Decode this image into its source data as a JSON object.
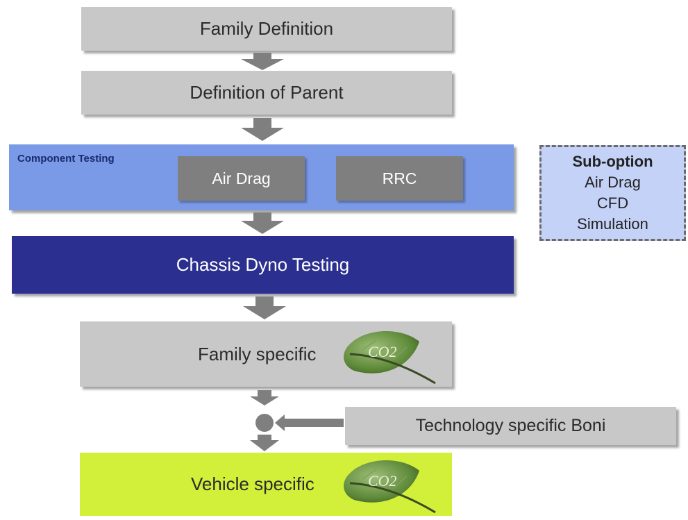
{
  "nodes": {
    "family_definition": "Family Definition",
    "definition_of_parent": "Definition of Parent",
    "component_testing": "Component Testing",
    "air_drag": "Air Drag",
    "rrc": "RRC",
    "chassis_dyno_testing": "Chassis Dyno Testing",
    "family_specific": "Family specific",
    "technology_specific_boni": "Technology specific Boni",
    "vehicle_specific": "Vehicle specific"
  },
  "sub_option": {
    "title": "Sub-option",
    "lines": [
      "Air Drag",
      "CFD",
      "Simulation"
    ]
  },
  "icons": {
    "leaf": "co2-leaf-icon",
    "leaf_label": "CO2"
  },
  "colors": {
    "grey_box": "#c8c8c8",
    "component_testing": "#7a9ae8",
    "chassis_dyno": "#2b2f8f",
    "sub_option": "#c5d2f7",
    "vehicle_specific": "#d2f03a",
    "arrow": "#7f7f7f"
  }
}
